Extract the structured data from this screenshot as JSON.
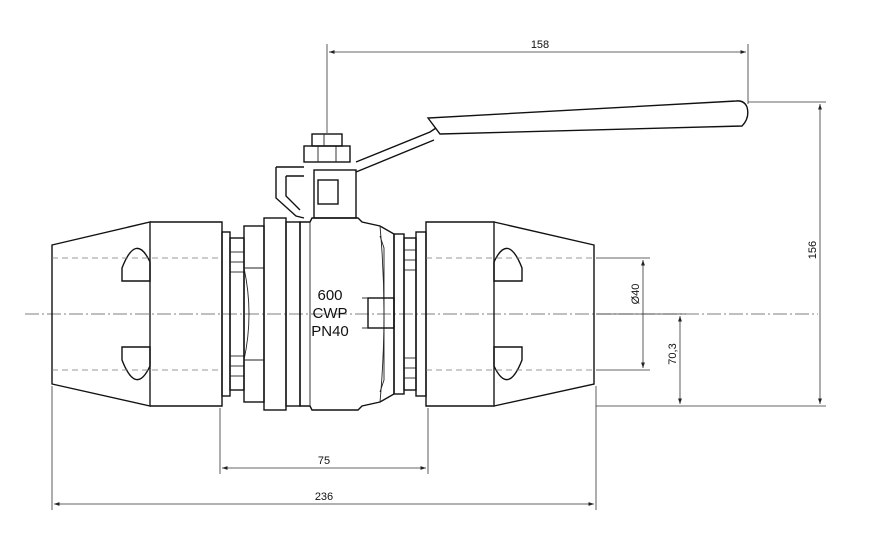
{
  "dimensions": {
    "handle_length": "158",
    "overall_height": "156",
    "bore_diameter": "Ø40",
    "center_height": "70,3",
    "body_length": "75",
    "overall_length": "236"
  },
  "body_marking": {
    "line1": "600",
    "line2": "CWP",
    "line3": "PN40"
  }
}
